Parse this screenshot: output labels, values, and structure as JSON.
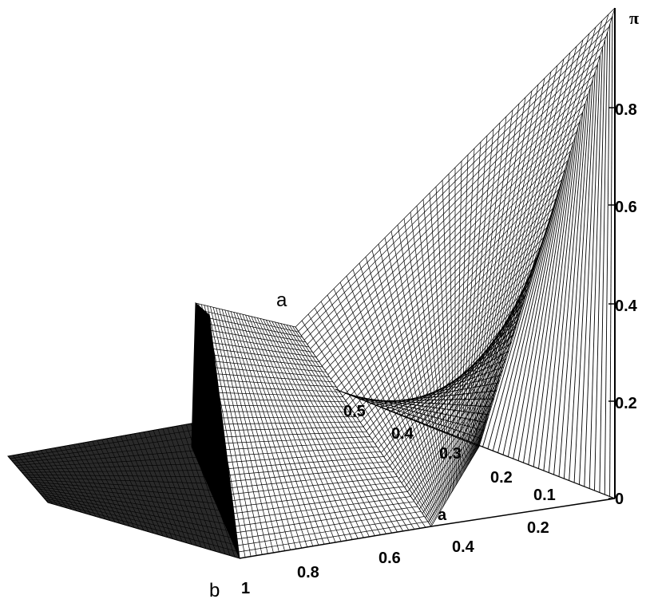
{
  "chart_data": {
    "type": "surface3d",
    "title": "",
    "x_axis": {
      "label": "a",
      "range": [
        0,
        0.5
      ]
    },
    "y_axis": {
      "label": "b",
      "range": [
        0,
        1
      ]
    },
    "z_axis": {
      "label": "π",
      "range": [
        0,
        1
      ]
    },
    "ticks": {
      "z": [
        "0",
        "0.2",
        "0.4",
        "0.6",
        "0.8"
      ],
      "a_back": [
        "0.5",
        "0.4",
        "0.3",
        "0.2",
        "0.1"
      ],
      "a_front": [
        "0.2",
        "0.4"
      ],
      "b_front": [
        "0.6",
        "0.8",
        "1"
      ]
    },
    "extra_labels": {
      "a_surface": "a"
    },
    "key_points": [
      {
        "a": 0.0,
        "b": 0.0,
        "z": 1.0
      },
      {
        "a": 0.5,
        "b": 0.5,
        "z": 0.0
      },
      {
        "a": 0.5,
        "b": 1.0,
        "z": 0.0
      },
      {
        "a": 0.0,
        "b": 1.0,
        "z": 0.5
      }
    ],
    "grid": false,
    "colors": {
      "mesh": "#000000",
      "background": "#ffffff"
    }
  }
}
